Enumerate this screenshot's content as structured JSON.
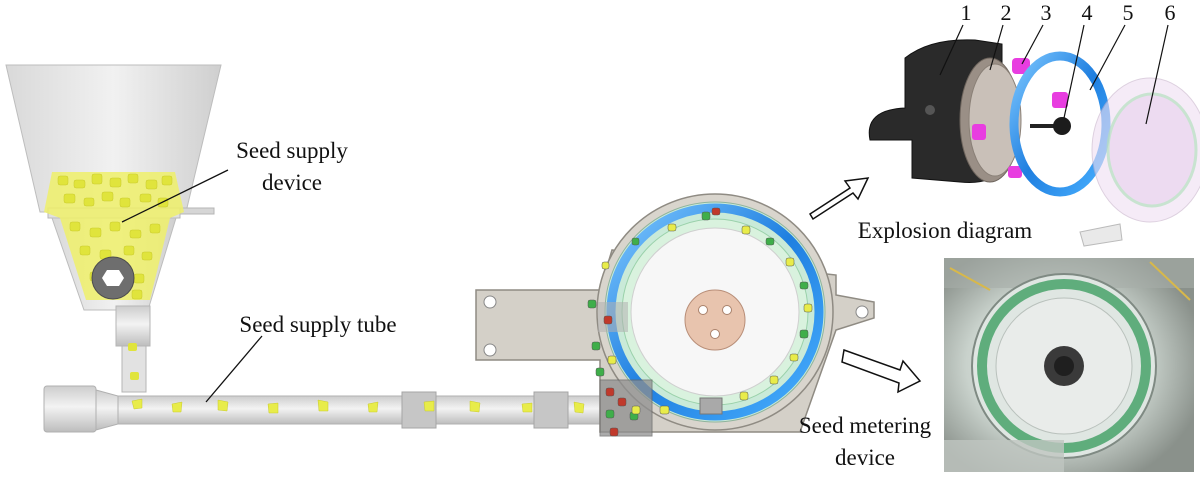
{
  "labels": {
    "seed_supply_device": [
      "Seed supply",
      "device"
    ],
    "seed_supply_tube": "Seed supply tube",
    "explosion_diagram": "Explosion diagram",
    "seed_metering_device": [
      "Seed metering",
      "device"
    ]
  },
  "part_numbers": [
    "1",
    "2",
    "3",
    "4",
    "5",
    "6"
  ],
  "colors": {
    "seed_yellow": "#e8ec4a",
    "seed_green": "#3fae4a",
    "seed_red": "#c0392b",
    "blue_ring": "#2f8fe0",
    "magenta_parts": "#e83de0",
    "housing_gray": "#d4d0c8",
    "hub": "#e8c4ae",
    "dark_panel": "#2a2a2a"
  }
}
